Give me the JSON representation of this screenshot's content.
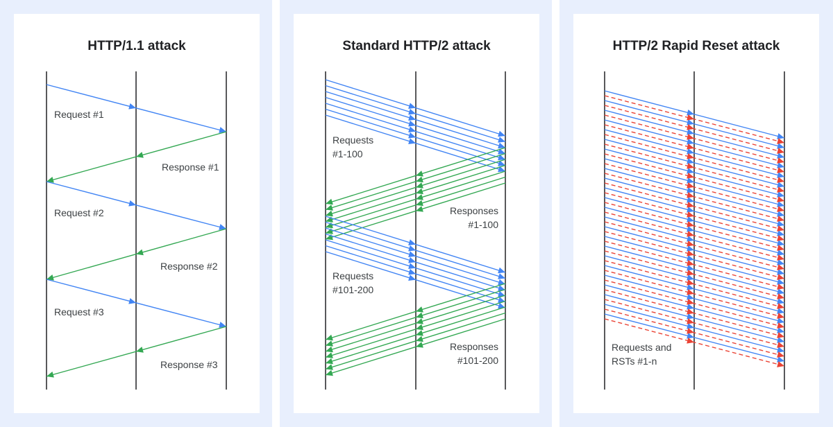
{
  "colors": {
    "panel_bg": "#e8effd",
    "card_bg": "#ffffff",
    "lifeline": "#202124",
    "request": "#4285f4",
    "response": "#34a853",
    "reset": "#ea4335"
  },
  "panels": [
    {
      "title": "HTTP/1.1 attack",
      "labels": [
        "Request #1",
        "Response #1",
        "Request #2",
        "Response #2",
        "Request #3",
        "Response #3"
      ]
    },
    {
      "title": "Standard HTTP/2 attack",
      "labels": [
        "Requests",
        "#1-100",
        "Responses",
        "#1-100",
        "Requests",
        "#101-200",
        "Responses",
        "#101-200"
      ]
    },
    {
      "title": "HTTP/2 Rapid Reset attack",
      "labels": [
        "Requests and",
        "RSTs #1-n"
      ]
    }
  ]
}
